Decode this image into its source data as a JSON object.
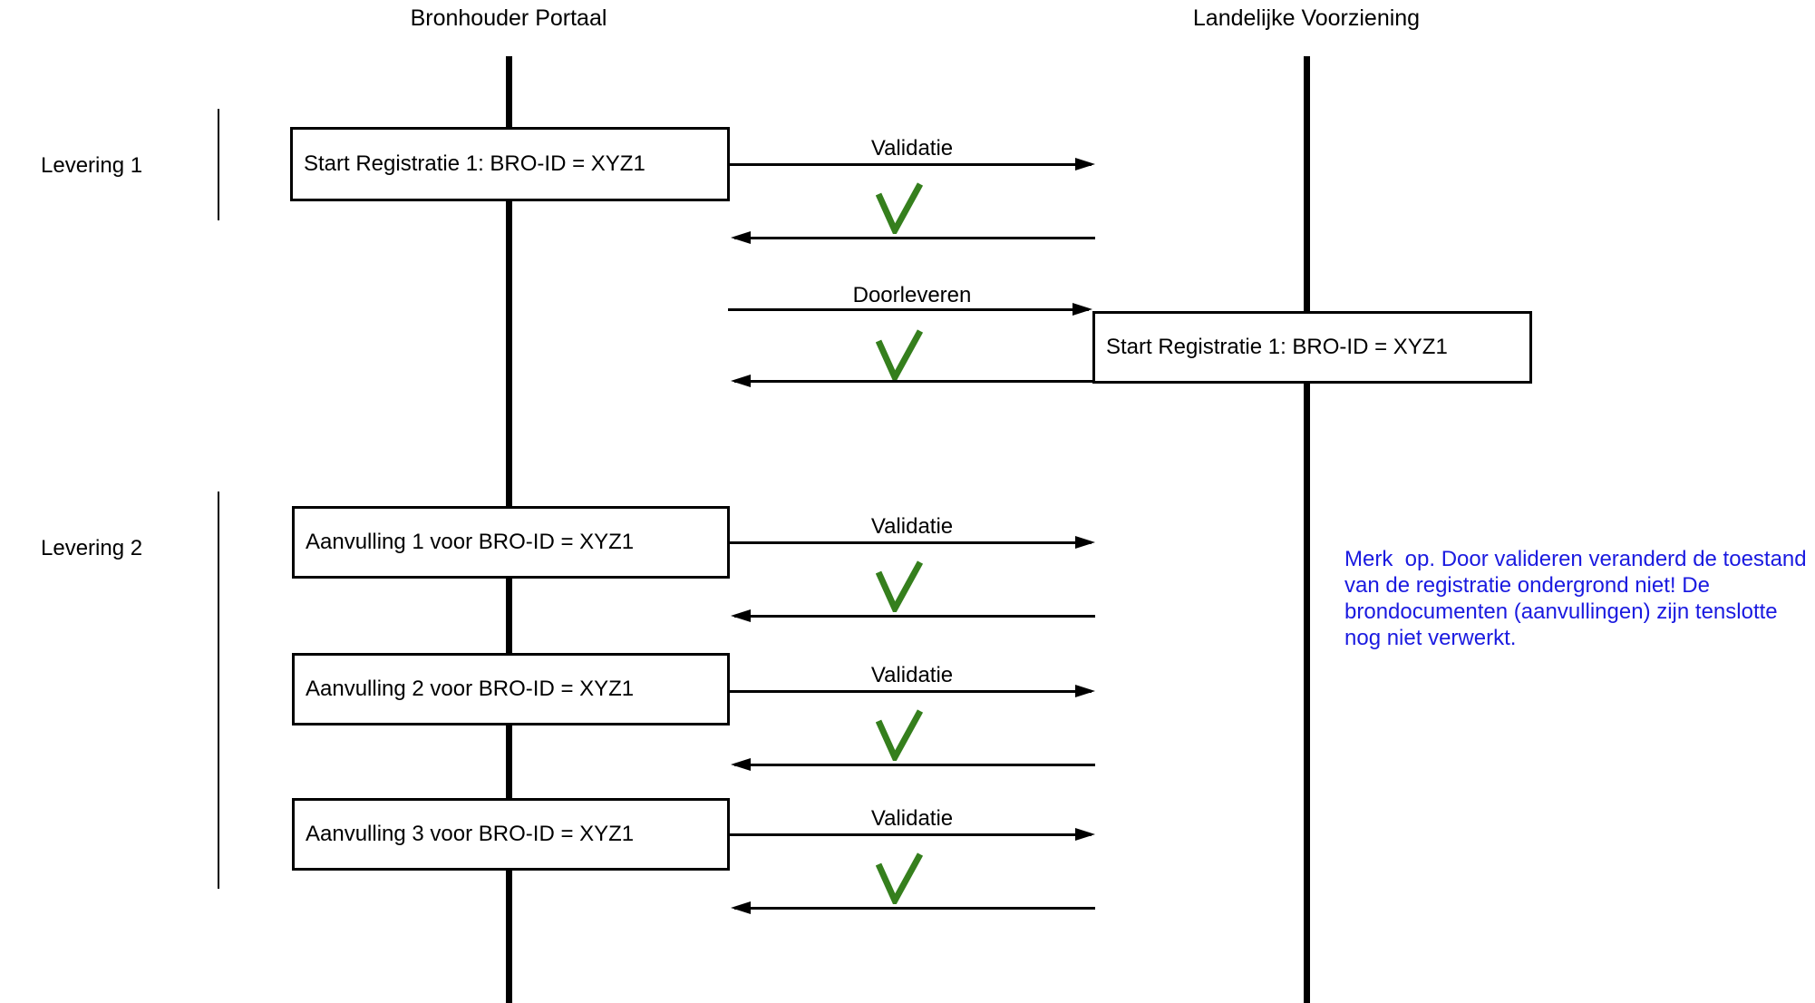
{
  "diagram": {
    "actors": [
      {
        "id": "bronhouder-portaal",
        "label": "Bronhouder Portaal"
      },
      {
        "id": "landelijke-voorziening",
        "label": "Landelijke Voorziening"
      }
    ],
    "groups": [
      {
        "label": "Levering 1"
      },
      {
        "label": "Levering 2"
      }
    ],
    "boxes": [
      {
        "label": "Start Registratie 1: BRO-ID = XYZ1"
      },
      {
        "label": "Start Registratie 1: BRO-ID = XYZ1"
      },
      {
        "label": "Aanvulling 1 voor BRO-ID = XYZ1"
      },
      {
        "label": "Aanvulling 2 voor BRO-ID = XYZ1"
      },
      {
        "label": "Aanvulling 3 voor BRO-ID = XYZ1"
      }
    ],
    "messages": [
      {
        "label": "Validatie"
      },
      {
        "label": "Doorleveren"
      },
      {
        "label": "Validatie"
      },
      {
        "label": "Validatie"
      },
      {
        "label": "Validatie"
      }
    ],
    "note": {
      "text": "Merk  op. Door valideren veranderd de toestand van de registratie ondergrond niet! De brondocumenten (aanvullingen) zijn tenslotte nog niet verwerkt.",
      "color": "#1a1ae0"
    },
    "colors": {
      "check": "#357f1d",
      "line": "#000000"
    }
  }
}
